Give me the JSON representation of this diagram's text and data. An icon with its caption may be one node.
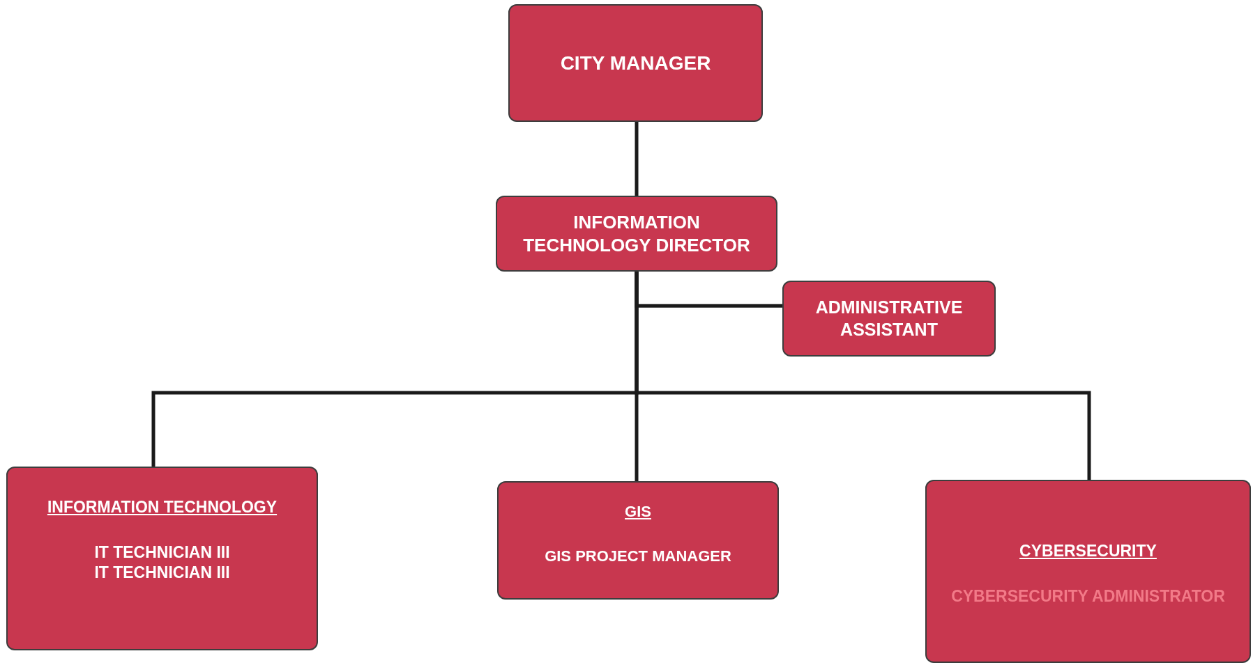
{
  "diagram": {
    "nodes": [
      {
        "text": [
          "CITY MANAGER"
        ]
      },
      {
        "text": [
          "INFORMATION TECHNOLOGY DIRECTOR"
        ]
      },
      {
        "text": [
          "ADMINISTRATIVE ASSISTANT"
        ]
      },
      {
        "text": [
          "INFORMATION TECHNOLOGY",
          "IT TECHNICIAN III",
          "IT TECHNICIAN III"
        ]
      },
      {
        "text": [
          "GIS",
          "GIS PROJECT MANAGER"
        ]
      },
      {
        "text": [
          "CYBERSECURITY",
          "CYBERSECURITY ADMINISTRATOR"
        ]
      }
    ],
    "edges": [
      {
        "from": 0,
        "to": 1,
        "arrow": "none"
      },
      {
        "from": 1,
        "to": 2,
        "arrow": "none"
      },
      {
        "from": 1,
        "to": 3,
        "arrow": "none"
      },
      {
        "from": 1,
        "to": 4,
        "arrow": "none"
      },
      {
        "from": 1,
        "to": 5,
        "arrow": "none"
      }
    ]
  }
}
